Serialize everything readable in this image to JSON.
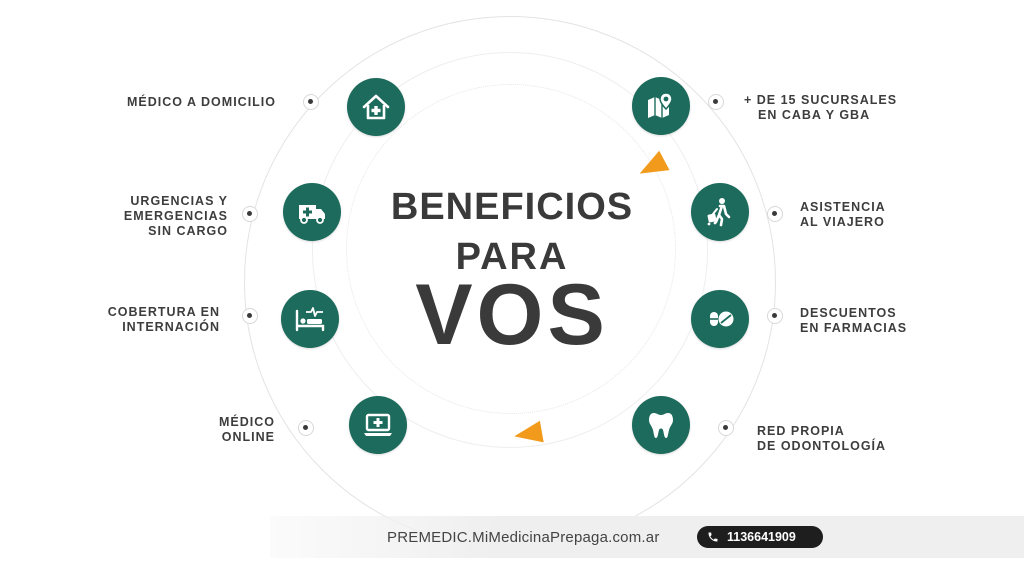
{
  "center": {
    "line1": "BENEFICIOS",
    "line2": "PARA",
    "line3": "VOS"
  },
  "benefits_left": [
    {
      "lines": [
        "MÉDICO A DOMICILIO"
      ],
      "icon": "home-medical-icon"
    },
    {
      "lines": [
        "URGENCIAS Y",
        "EMERGENCIAS",
        "SIN CARGO"
      ],
      "icon": "ambulance-icon"
    },
    {
      "lines": [
        "COBERTURA EN",
        "INTERNACIÓN"
      ],
      "icon": "hospital-bed-icon"
    },
    {
      "lines": [
        "MÉDICO",
        "ONLINE"
      ],
      "icon": "laptop-medical-icon"
    }
  ],
  "benefits_right": [
    {
      "lines": [
        "+ DE 15 SUCURSALES",
        "EN CABA Y GBA"
      ],
      "icon": "map-pin-icon"
    },
    {
      "lines": [
        "ASISTENCIA",
        "AL VIAJERO"
      ],
      "icon": "traveler-icon"
    },
    {
      "lines": [
        "DESCUENTOS",
        "EN FARMACIAS"
      ],
      "icon": "pills-icon"
    },
    {
      "lines": [
        "RED PROPIA",
        "DE ODONTOLOGÍA"
      ],
      "icon": "tooth-icon"
    }
  ],
  "footer": {
    "site": "PREMEDIC.MiMedicinaPrepaga.com.ar",
    "phone": "1136641909"
  },
  "colors": {
    "icon_bg": "#1d6b5c",
    "arrow": "#f29a1c",
    "text": "#3d3d3d"
  }
}
